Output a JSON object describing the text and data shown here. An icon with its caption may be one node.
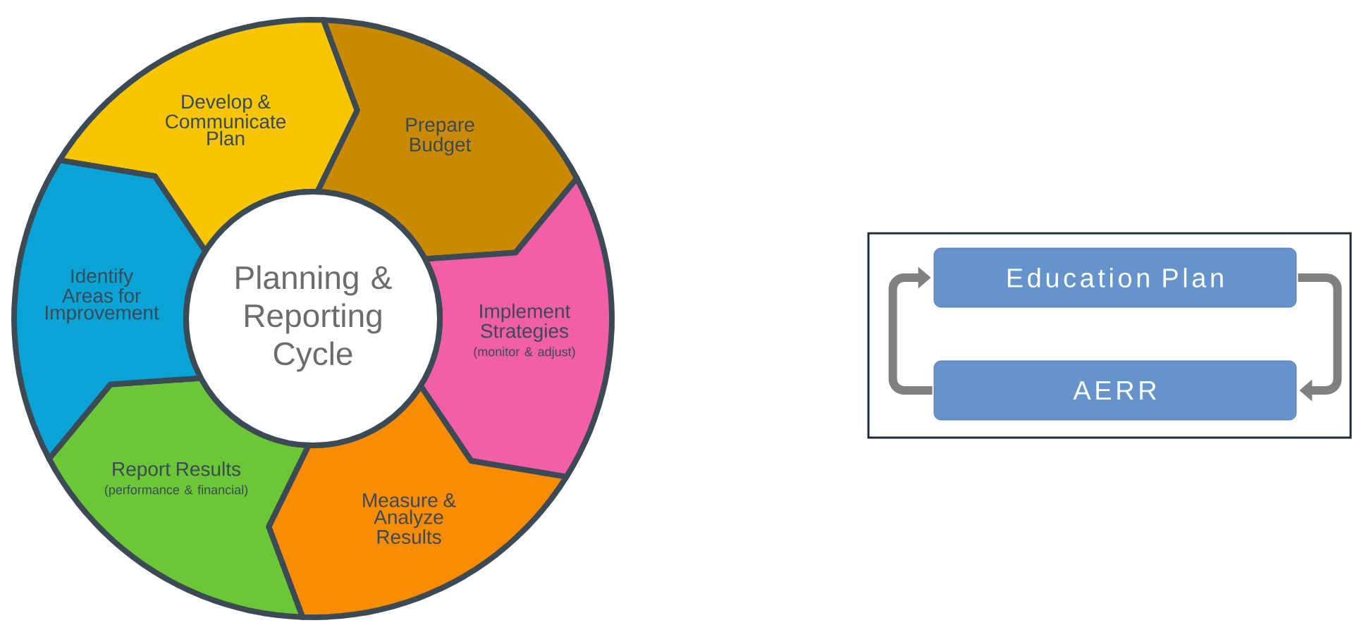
{
  "diagram": {
    "nodes": [
      {
        "text": [
          "Planning & Reporting Cycle"
        ]
      },
      {
        "text": [
          "Develop & Communicate Plan"
        ]
      },
      {
        "text": [
          "Prepare Budget"
        ]
      },
      {
        "text": [
          "Implement Strategies",
          "(monitor & adjust)"
        ]
      },
      {
        "text": [
          "Measure & Analyze Results"
        ]
      },
      {
        "text": [
          "Report Results",
          "(performance & financial)"
        ]
      },
      {
        "text": [
          "Identify Areas for Improvement"
        ]
      },
      {
        "text": [],
        "shape": "box"
      },
      {
        "text": [
          "Education Plan"
        ],
        "in": 7
      },
      {
        "text": [
          "AERR"
        ],
        "in": 7
      }
    ],
    "edges": [
      {
        "from": 8,
        "to": 9,
        "arrow": "to"
      },
      {
        "from": 9,
        "to": 8,
        "arrow": "to"
      }
    ]
  }
}
